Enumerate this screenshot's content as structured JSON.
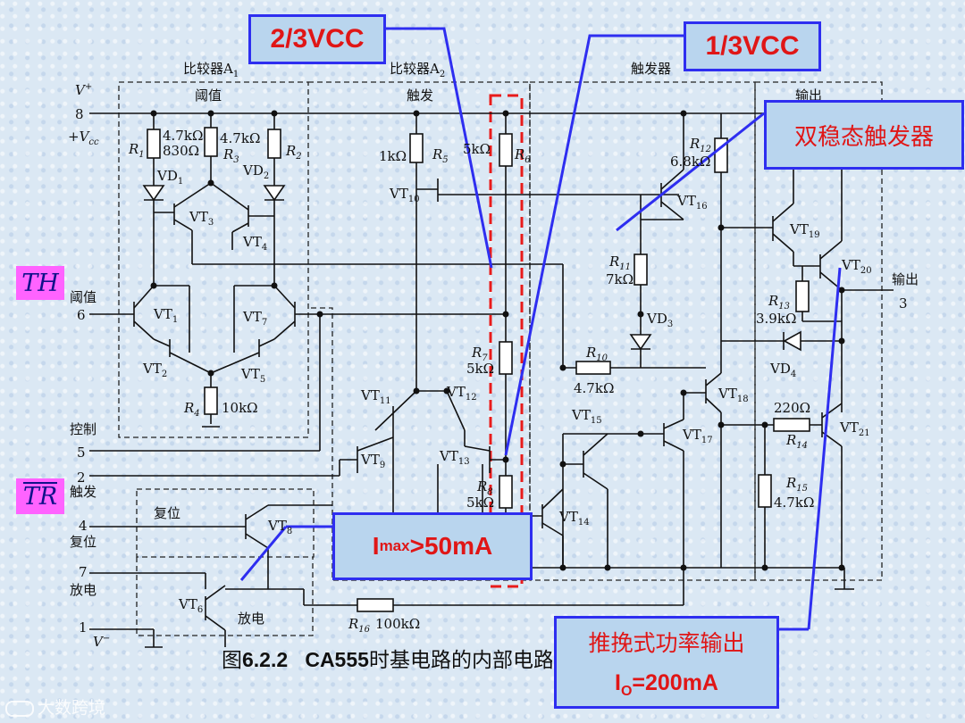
{
  "annotations": {
    "two_thirds_vcc": "2/3VCC",
    "one_third_vcc": "1/3VCC",
    "bistable": "双稳态触发器",
    "imax_main": "I",
    "imax_sub": "max",
    "imax_rest": ">50mA",
    "push_pull": "推挽式功率输出",
    "io_main": "I",
    "io_sub": "O",
    "io_rest": "=200mA"
  },
  "pins": {
    "th": "TH",
    "tr": "TR"
  },
  "blocks": {
    "comparator_a1": "比较器A",
    "comparator_a2": "比较器A",
    "trigger": "触发器",
    "threshold_section": "阈值",
    "trigger_section": "触发",
    "output_section": "输出",
    "reset_section": "复位",
    "discharge_section": "放电"
  },
  "pin_labels": {
    "vplus": "V",
    "pin8": "8",
    "vcc": "+V",
    "cc": "cc",
    "threshold": "阈值",
    "pin6": "6",
    "control": "控制",
    "pin5": "5",
    "pin2": "2",
    "trigger": "触发",
    "pin4": "4",
    "reset": "复位",
    "pin7": "7",
    "discharge": "放电",
    "pin1": "1",
    "vminus": "V",
    "output": "输出",
    "pin3": "3"
  },
  "components": {
    "r1": "R",
    "r1_sub": "1",
    "r1_val_a": "4.7kΩ",
    "r1_val_b": "830Ω",
    "r3": "R",
    "r3_sub": "3",
    "r3_val": "4.7kΩ",
    "r2": "R",
    "r2_sub": "2",
    "vd1": "VD",
    "vd1_sub": "1",
    "vd2": "VD",
    "vd2_sub": "2",
    "vt3": "VT",
    "vt3_sub": "3",
    "vt4": "VT",
    "vt4_sub": "4",
    "vt1": "VT",
    "vt1_sub": "1",
    "vt7": "VT",
    "vt7_sub": "7",
    "vt2": "VT",
    "vt2_sub": "2",
    "vt5": "VT",
    "vt5_sub": "5",
    "r4": "R",
    "r4_sub": "4",
    "r4_val": "10kΩ",
    "r5_val": "1kΩ",
    "r5": "R",
    "r5_sub": "5",
    "r6_val": "5kΩ",
    "r6": "R",
    "r6_sub": "6",
    "vt10": "VT",
    "vt10_sub": "10",
    "r7": "R",
    "r7_sub": "7",
    "r7_val": "5kΩ",
    "vt11": "VT",
    "vt11_sub": "11",
    "vt12": "VT",
    "vt12_sub": "12",
    "vt9": "VT",
    "vt9_sub": "9",
    "vt13": "VT",
    "vt13_sub": "13",
    "r8": "R",
    "r8_sub": "8",
    "r8_val": "5kΩ",
    "vt8": "VT",
    "vt8_sub": "8",
    "vt6": "VT",
    "vt6_sub": "6",
    "r16": "R",
    "r16_sub": "16",
    "r16_val": "100kΩ",
    "r12": "R",
    "r12_sub": "12",
    "r12_val": "6.8kΩ",
    "vt16": "VT",
    "vt16_sub": "16",
    "r11": "R",
    "r11_sub": "11",
    "r11_val": "7kΩ",
    "vd3": "VD",
    "vd3_sub": "3",
    "r10": "R",
    "r10_sub": "10",
    "r10_val": "4.7kΩ",
    "vt15": "VT",
    "vt15_sub": "15",
    "vt14": "VT",
    "vt14_sub": "14",
    "vt17": "VT",
    "vt17_sub": "17",
    "vt18": "VT",
    "vt18_sub": "18",
    "vt19": "VT",
    "vt19_sub": "19",
    "vt20": "VT",
    "vt20_sub": "20",
    "r13": "R",
    "r13_sub": "13",
    "r13_val": "3.9kΩ",
    "vd4": "VD",
    "vd4_sub": "4",
    "r14_val": "220Ω",
    "r14": "R",
    "r14_sub": "14",
    "vt21": "VT",
    "vt21_sub": "21",
    "r15": "R",
    "r15_sub": "15",
    "r15_val": "4.7kΩ"
  },
  "caption": {
    "prefix": "图",
    "number": "6.2.2",
    "chip": "CA555",
    "text": "时基电路的内部电路"
  },
  "watermark": "大数跨境",
  "colors": {
    "annotation_border": "#2e2ef0",
    "annotation_fill": "#b9d5ee",
    "annotation_red_text": "#e01616",
    "annotation_blue_text": "#1a3de0",
    "pin_highlight": "#ff63ff",
    "divider_highlight": "#e81b1b",
    "pointer_line": "#2e2ef0"
  }
}
